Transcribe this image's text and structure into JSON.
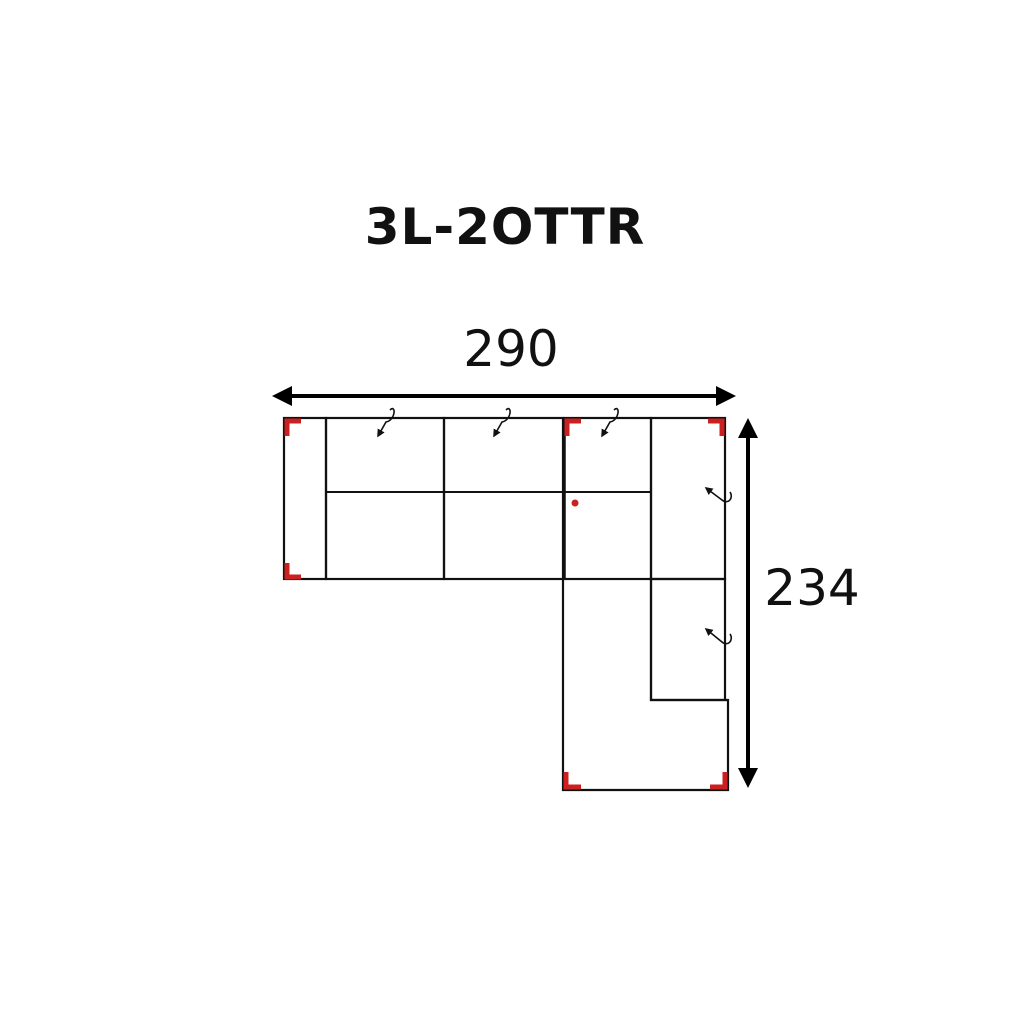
{
  "model": {
    "code": "3L-2OTTR"
  },
  "dimensions": {
    "width": "290",
    "depth": "234"
  },
  "colors": {
    "line": "#111111",
    "corner_marker": "#cc1f1f"
  },
  "icons": {
    "recline_indicator": "curved-arrow-icon",
    "corner_marker": "corner-bracket-icon"
  }
}
